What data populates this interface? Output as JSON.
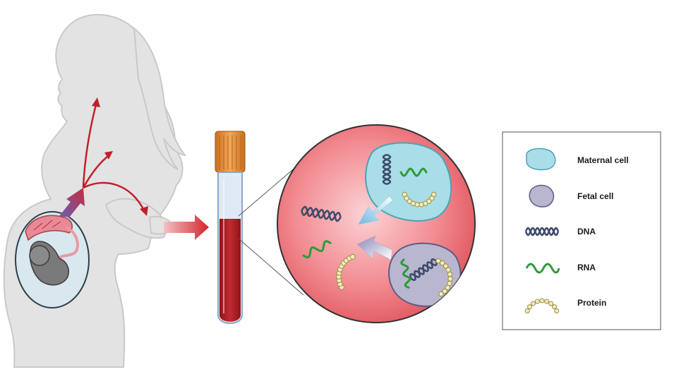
{
  "legend": {
    "items": [
      {
        "label": "Maternal cell",
        "icon": "maternal-cell-icon"
      },
      {
        "label": "Fetal cell",
        "icon": "fetal-cell-icon"
      },
      {
        "label": "DNA",
        "icon": "dna-icon"
      },
      {
        "label": "RNA",
        "icon": "rna-icon"
      },
      {
        "label": "Protein",
        "icon": "protein-icon"
      }
    ]
  },
  "colors": {
    "silhouette": "#e3e3e3",
    "silhouette_outline": "#c4c4c4",
    "arrow_red": "#c0202a",
    "blood": "#b01c22",
    "tube_cap": "#e8953a",
    "plasma": "#e2ecf6",
    "magnifier": "#f28c92",
    "maternal_cell": "#a9dde7",
    "maternal_cell_edge": "#4aa3b5",
    "fetal_cell": "#b9b6cf",
    "fetal_cell_edge": "#5f5a85",
    "dna": "#3c4a6b",
    "rna": "#2d9a3a",
    "protein": "#f3edbd",
    "protein_edge": "#9a8d45"
  }
}
